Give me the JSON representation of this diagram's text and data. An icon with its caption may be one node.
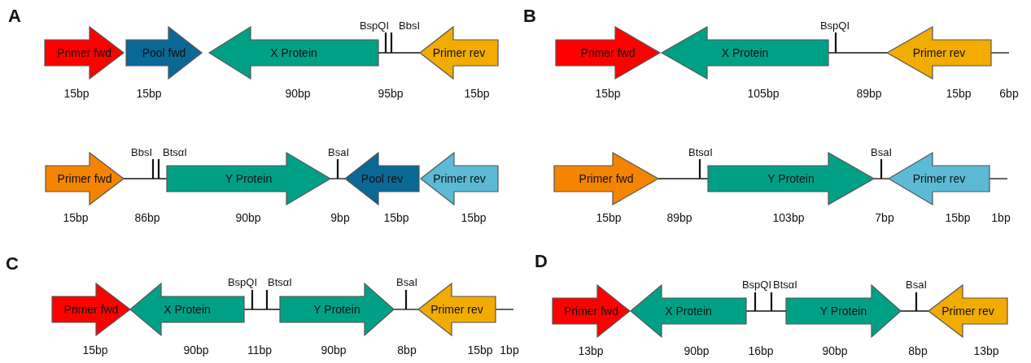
{
  "diagram": {
    "nodes": [
      {
        "text": [
          "Primer fwd"
        ]
      },
      {
        "text": [
          "Pool fwd"
        ]
      },
      {
        "text": [
          "X Protein"
        ]
      },
      {
        "text": [
          "Primer rev"
        ]
      },
      {
        "text": [
          "Primer fwd"
        ]
      },
      {
        "text": [
          "Y Protein"
        ]
      },
      {
        "text": [
          "Pool rev"
        ]
      },
      {
        "text": [
          "Primer rev"
        ]
      },
      {
        "text": [
          "Primer fwd"
        ]
      },
      {
        "text": [
          "X Protein"
        ]
      },
      {
        "text": [
          "Primer rev"
        ]
      },
      {
        "text": [
          "Primer fwd"
        ]
      },
      {
        "text": [
          "Y Protein"
        ]
      },
      {
        "text": [
          "Primer rev"
        ]
      },
      {
        "text": [
          "Primer fwd"
        ]
      },
      {
        "text": [
          "X Protein"
        ]
      },
      {
        "text": [
          "Y Protein"
        ]
      },
      {
        "text": [
          "Primer rev"
        ]
      },
      {
        "text": [
          "Primer fwd"
        ]
      },
      {
        "text": [
          "X Protein"
        ]
      },
      {
        "text": [
          "Y Protein"
        ]
      },
      {
        "text": [
          "Primer rev"
        ]
      }
    ],
    "edges": [
      {
        "from": 2,
        "to": 3,
        "arrow": "none"
      },
      {
        "from": 4,
        "to": 5,
        "arrow": "none"
      },
      {
        "from": 5,
        "to": 6,
        "arrow": "none"
      },
      {
        "from": 9,
        "to": 10,
        "arrow": "none"
      },
      {
        "from": 10,
        "to": null,
        "arrow": "none"
      },
      {
        "from": 11,
        "to": 12,
        "arrow": "none"
      },
      {
        "from": 12,
        "to": 13,
        "arrow": "none"
      },
      {
        "from": 13,
        "to": null,
        "arrow": "none"
      },
      {
        "from": 15,
        "to": 16,
        "arrow": "none"
      },
      {
        "from": 16,
        "to": 17,
        "arrow": "none"
      },
      {
        "from": 17,
        "to": null,
        "arrow": "none"
      },
      {
        "from": 19,
        "to": 20,
        "arrow": "none"
      },
      {
        "from": 20,
        "to": 21,
        "arrow": "none"
      }
    ],
    "labels": [
      "A",
      "BspQI",
      "BbsI",
      "15bp",
      "15bp",
      "90bp",
      "95bp",
      "15bp",
      "BbsI",
      "BtsαI",
      "BsaI",
      "15bp",
      "86bp",
      "90bp",
      "9bp",
      "15bp",
      "15bp",
      "B",
      "BspQI",
      "15bp",
      "105bp",
      "89bp",
      "15bp",
      "6bp",
      "BtsαI",
      "BsaI",
      "15bp",
      "89bp",
      "103bp",
      "7bp",
      "15bp",
      "1bp",
      "C",
      "BspQI",
      "BtsαI",
      "BsaI",
      "15bp",
      "90bp",
      "11bp",
      "90bp",
      "8bp",
      "15bp",
      "1bp",
      "D",
      "BspQI",
      "BtsαI",
      "BsaI",
      "13bp",
      "90bp",
      "16bp",
      "90bp",
      "8bp",
      "13bp"
    ]
  }
}
